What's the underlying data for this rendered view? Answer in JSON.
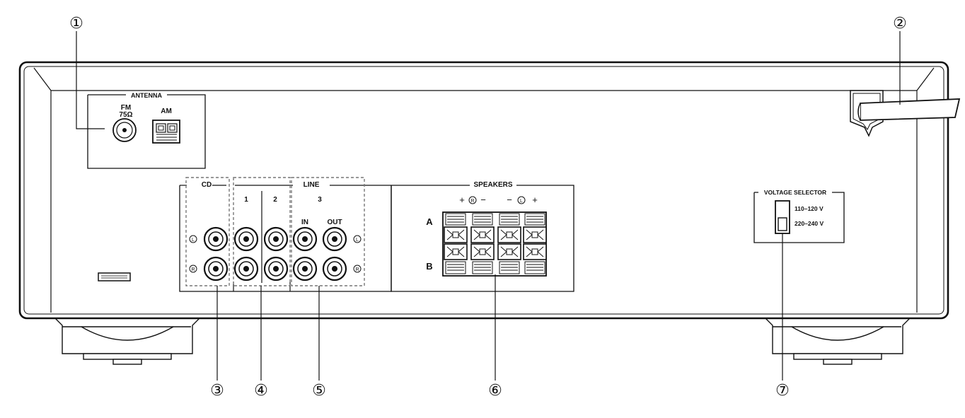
{
  "callouts": [
    "①",
    "②",
    "③",
    "④",
    "⑤",
    "⑥",
    "⑦"
  ],
  "antenna": {
    "title": "ANTENNA",
    "fm": "FM",
    "fm_ohm": "75Ω",
    "am": "AM"
  },
  "inputs": {
    "cd": "CD",
    "line": "LINE",
    "line1": "1",
    "line2": "2",
    "line3": "3",
    "in": "IN",
    "out": "OUT",
    "left": "L",
    "right": "R"
  },
  "speakers": {
    "title": "SPEAKERS",
    "plus": "+",
    "minus": "−",
    "right": "R",
    "left": "L",
    "a": "A",
    "b": "B"
  },
  "voltage_selector": {
    "title": "VOLTAGE SELECTOR",
    "opt1": "110–120 V",
    "opt2": "220–240 V"
  }
}
